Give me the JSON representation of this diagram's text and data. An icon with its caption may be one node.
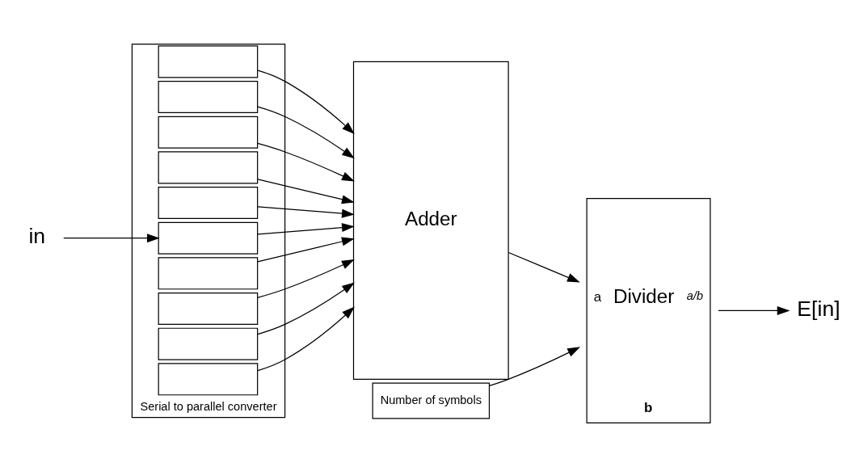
{
  "diagram": {
    "nodes": [
      {
        "text": [
          "in"
        ]
      },
      {
        "text": [],
        "shape": "box",
        "beside": [
          "Serial to parallel converter"
        ]
      },
      {
        "text": [],
        "shape": "box",
        "in": 1
      },
      {
        "text": [],
        "shape": "box",
        "in": 1
      },
      {
        "text": [],
        "shape": "box",
        "in": 1
      },
      {
        "text": [],
        "shape": "box",
        "in": 1
      },
      {
        "text": [],
        "shape": "box",
        "in": 1
      },
      {
        "text": [],
        "shape": "box",
        "in": 1
      },
      {
        "text": [],
        "shape": "box",
        "in": 1
      },
      {
        "text": [],
        "shape": "box",
        "in": 1
      },
      {
        "text": [],
        "shape": "box",
        "in": 1
      },
      {
        "text": [],
        "shape": "box",
        "in": 1
      },
      {
        "text": [
          "Adder"
        ]
      },
      {
        "text": [
          "a",
          "Divider",
          "a/b",
          "b"
        ]
      },
      {
        "text": [
          "E[in]"
        ]
      },
      {
        "text": [
          "Number of symbols"
        ]
      }
    ],
    "edges": [
      {
        "from": 0,
        "to": 7,
        "arrow": "to"
      },
      {
        "from": 2,
        "to": 12,
        "arrow": "to"
      },
      {
        "from": 3,
        "to": 12,
        "arrow": "to"
      },
      {
        "from": 4,
        "to": 12,
        "arrow": "to"
      },
      {
        "from": 5,
        "to": 12,
        "arrow": "to"
      },
      {
        "from": 6,
        "to": 12,
        "arrow": "to"
      },
      {
        "from": 7,
        "to": 12,
        "arrow": "to"
      },
      {
        "from": 8,
        "to": 12,
        "arrow": "to"
      },
      {
        "from": 9,
        "to": 12,
        "arrow": "to"
      },
      {
        "from": 10,
        "to": 12,
        "arrow": "to"
      },
      {
        "from": 11,
        "to": 12,
        "arrow": "to"
      },
      {
        "from": 12,
        "to": 13,
        "arrow": "to"
      },
      {
        "from": 13,
        "to": 14,
        "arrow": "to"
      },
      {
        "from": 15,
        "to": 13,
        "arrow": "to"
      }
    ]
  }
}
